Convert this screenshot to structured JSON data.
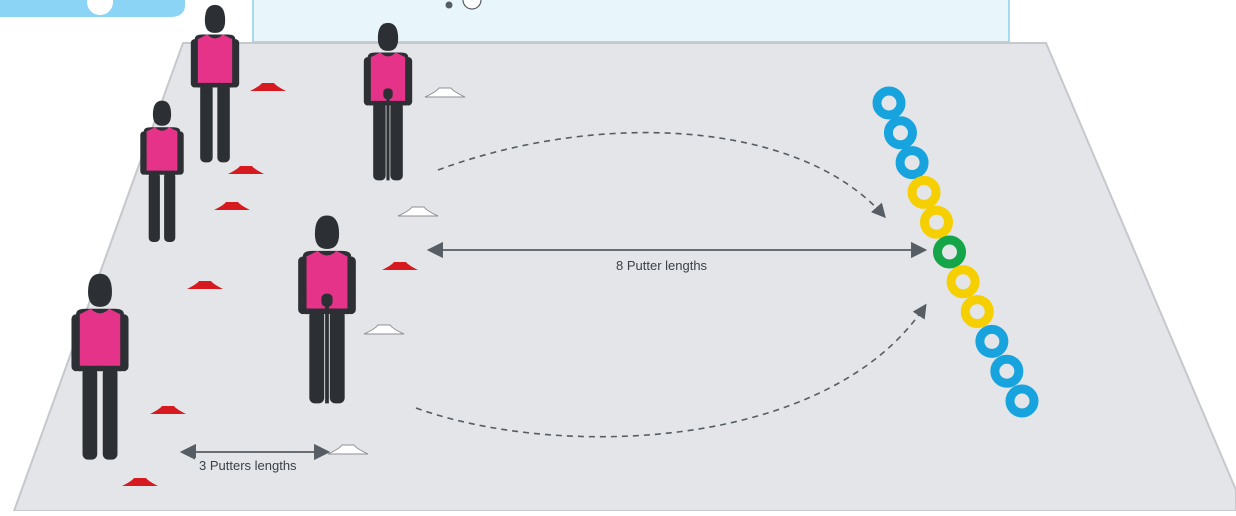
{
  "labels": {
    "long_distance": "8 Putter lengths",
    "short_distance": "3 Putters lengths"
  },
  "colors": {
    "background": "#ffffff",
    "court": "#e4e5e8",
    "court_edge": "#c5c8cc",
    "bib": "#e6338a",
    "player": "#2c2f33",
    "red_cone": "#d71920",
    "white_cone": "#ffffff",
    "blue_ring": "#17a3de",
    "yellow_ring": "#f5cf00",
    "green_ring": "#14a548",
    "arrow": "#565d64"
  },
  "rings": [
    "blue",
    "blue",
    "blue",
    "yellow",
    "yellow",
    "green",
    "yellow",
    "yellow",
    "blue",
    "blue",
    "blue"
  ]
}
